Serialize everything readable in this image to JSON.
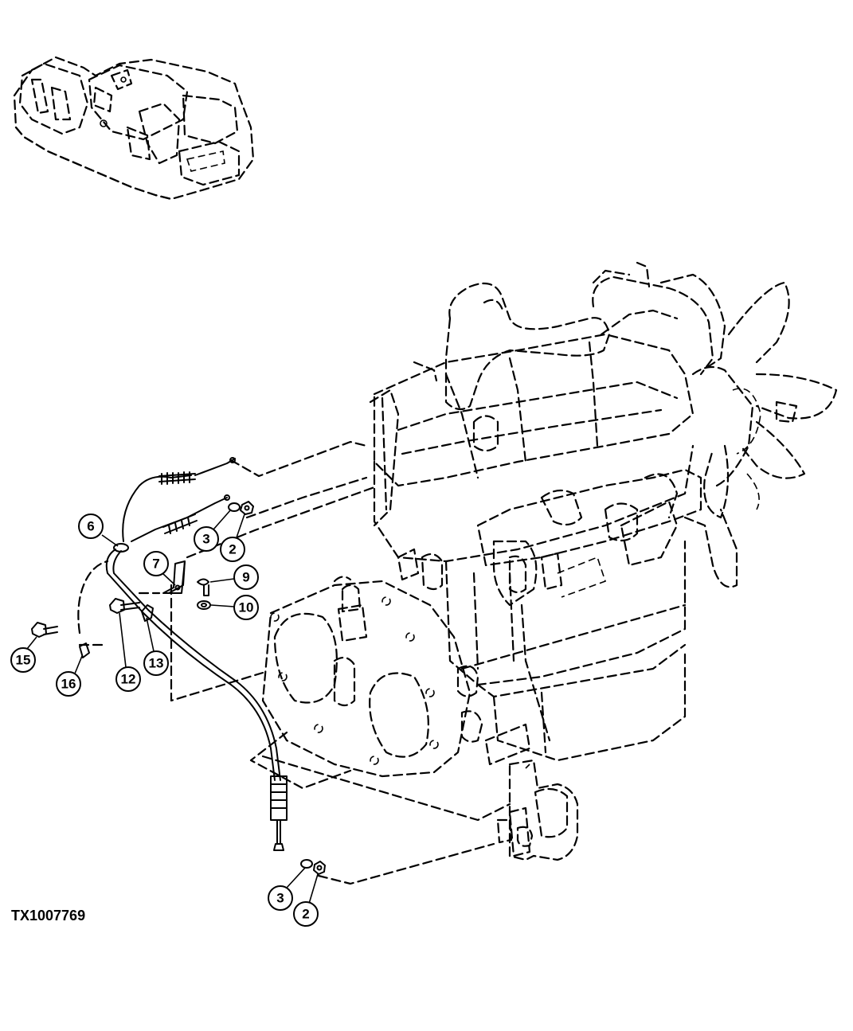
{
  "figure_id": "TX1007769",
  "callouts": [
    {
      "label": "6"
    },
    {
      "label": "3"
    },
    {
      "label": "2"
    },
    {
      "label": "7"
    },
    {
      "label": "9"
    },
    {
      "label": "10"
    },
    {
      "label": "15"
    },
    {
      "label": "16"
    },
    {
      "label": "12"
    },
    {
      "label": "13"
    },
    {
      "label": "3"
    },
    {
      "label": "2"
    }
  ]
}
